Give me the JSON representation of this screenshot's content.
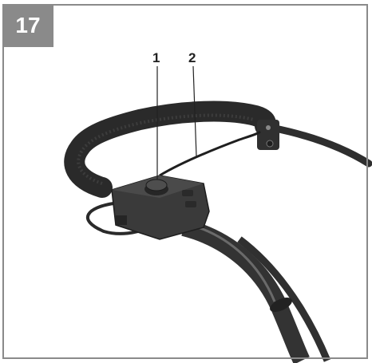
{
  "figure": {
    "number": "17",
    "callouts": [
      {
        "label": "1"
      },
      {
        "label": "2"
      }
    ]
  },
  "colors": {
    "frame": "#8a8a8a",
    "badge_text": "#ffffff",
    "handle_grip": "#2a2a2a",
    "control_box": "#3a3a3a"
  }
}
